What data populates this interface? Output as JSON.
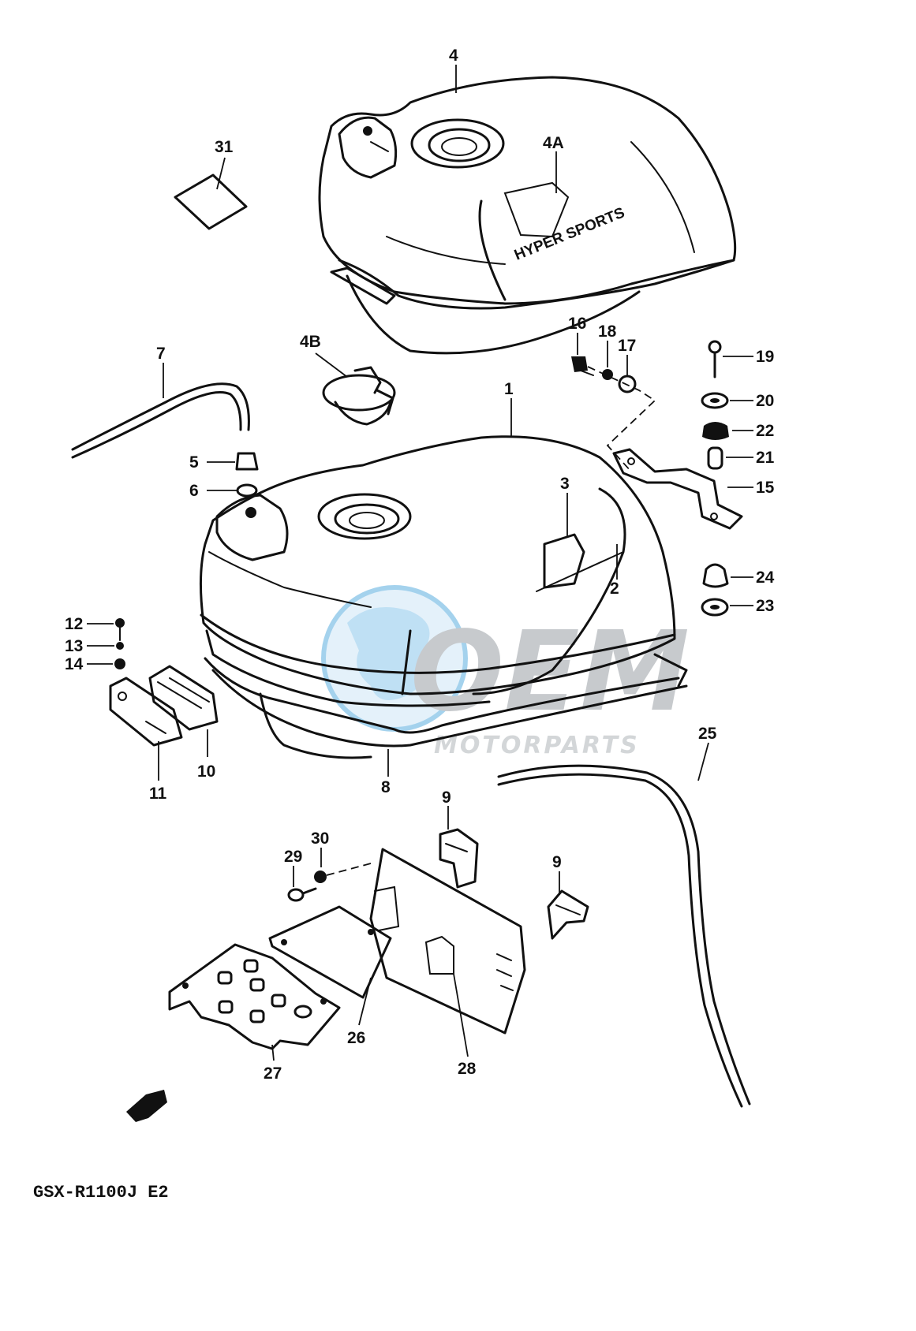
{
  "caption": "GSX-R1100J E2",
  "tank_lettering": "HYPER SPORTS",
  "watermark": {
    "brand": "OEM",
    "tagline": "MOTORPARTS"
  },
  "callouts": {
    "c1": "1",
    "c2": "2",
    "c3": "3",
    "c4": "4",
    "c4a": "4A",
    "c4b": "4B",
    "c5": "5",
    "c6": "6",
    "c7": "7",
    "c8": "8",
    "c9a": "9",
    "c9b": "9",
    "c10": "10",
    "c11": "11",
    "c12": "12",
    "c13": "13",
    "c14": "14",
    "c15": "15",
    "c16": "16",
    "c17": "17",
    "c18": "18",
    "c19": "19",
    "c20": "20",
    "c21": "21",
    "c22": "22",
    "c23": "23",
    "c24": "24",
    "c25": "25",
    "c26": "26",
    "c27": "27",
    "c28": "28",
    "c29": "29",
    "c30": "30",
    "c31": "31"
  },
  "colors": {
    "line": "#111111",
    "watermark_blue": "#5aaee0",
    "watermark_gray": "#9aa0a6"
  }
}
